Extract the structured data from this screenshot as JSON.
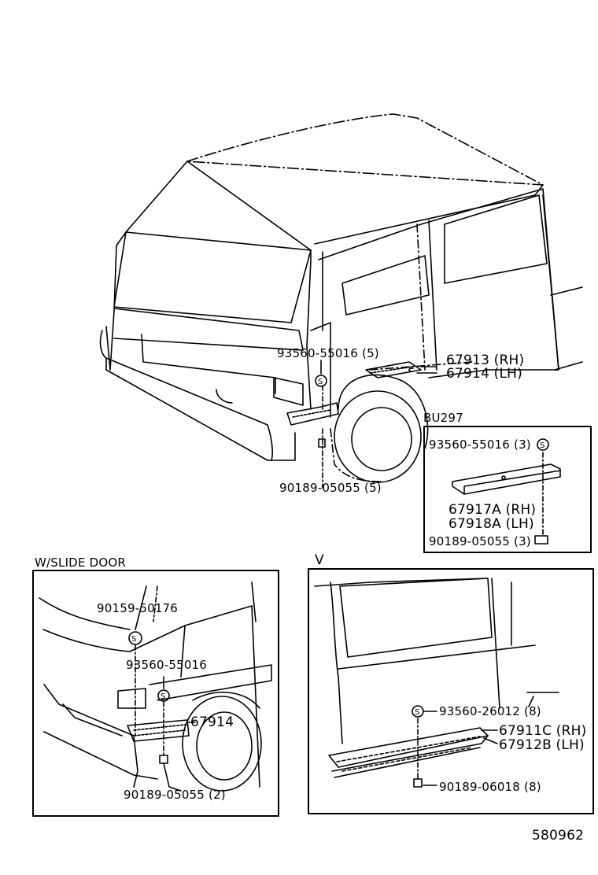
{
  "main": {
    "callout_93560_55016_5": "93560-55016 (5)",
    "callout_67913": "67913 (RH)",
    "callout_67914": "67914 (LH)",
    "callout_90189_05055_5": "90189-05055 (5)"
  },
  "bu297": {
    "title": "BU297",
    "screw": "93560-55016 (3)",
    "part_rh": "67917A (RH)",
    "part_lh": "67918A (LH)",
    "clip": "90189-05055 (3)"
  },
  "slide_door": {
    "title": "W/SLIDE DOOR",
    "part_90159": "90159-50176",
    "screw": "93560-55016",
    "part_67914": "67914",
    "clip": "90189-05055 (2)"
  },
  "view_v": {
    "title": "V",
    "screw": "93560-26012 (8)",
    "part_rh": "67911C (RH)",
    "part_lh": "67912B (LH)",
    "clip": "90189-06018 (8)"
  },
  "drawing_number": "580962"
}
